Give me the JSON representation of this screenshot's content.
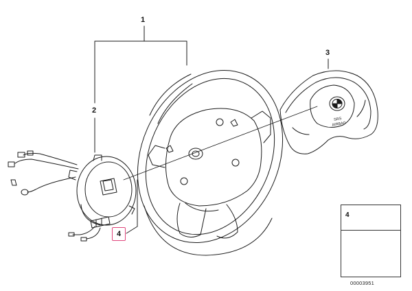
{
  "callouts": {
    "part_1": "1",
    "part_2": "2",
    "part_3": "3",
    "part_4": "4"
  },
  "inset": {
    "part_label": "4"
  },
  "airbag_cover_text": {
    "line1": "SRS",
    "line2": "AIRBAG"
  },
  "document_number": "00003951",
  "colors": {
    "line": "#1a1a1a",
    "highlight": "#e0457b"
  },
  "icons": {
    "steering_wheel": "steering-wheel-icon",
    "airbag_module": "airbag-module-icon",
    "contact_ring": "slip-ring-icon",
    "screw": "screw-icon",
    "car": "car-icon"
  }
}
